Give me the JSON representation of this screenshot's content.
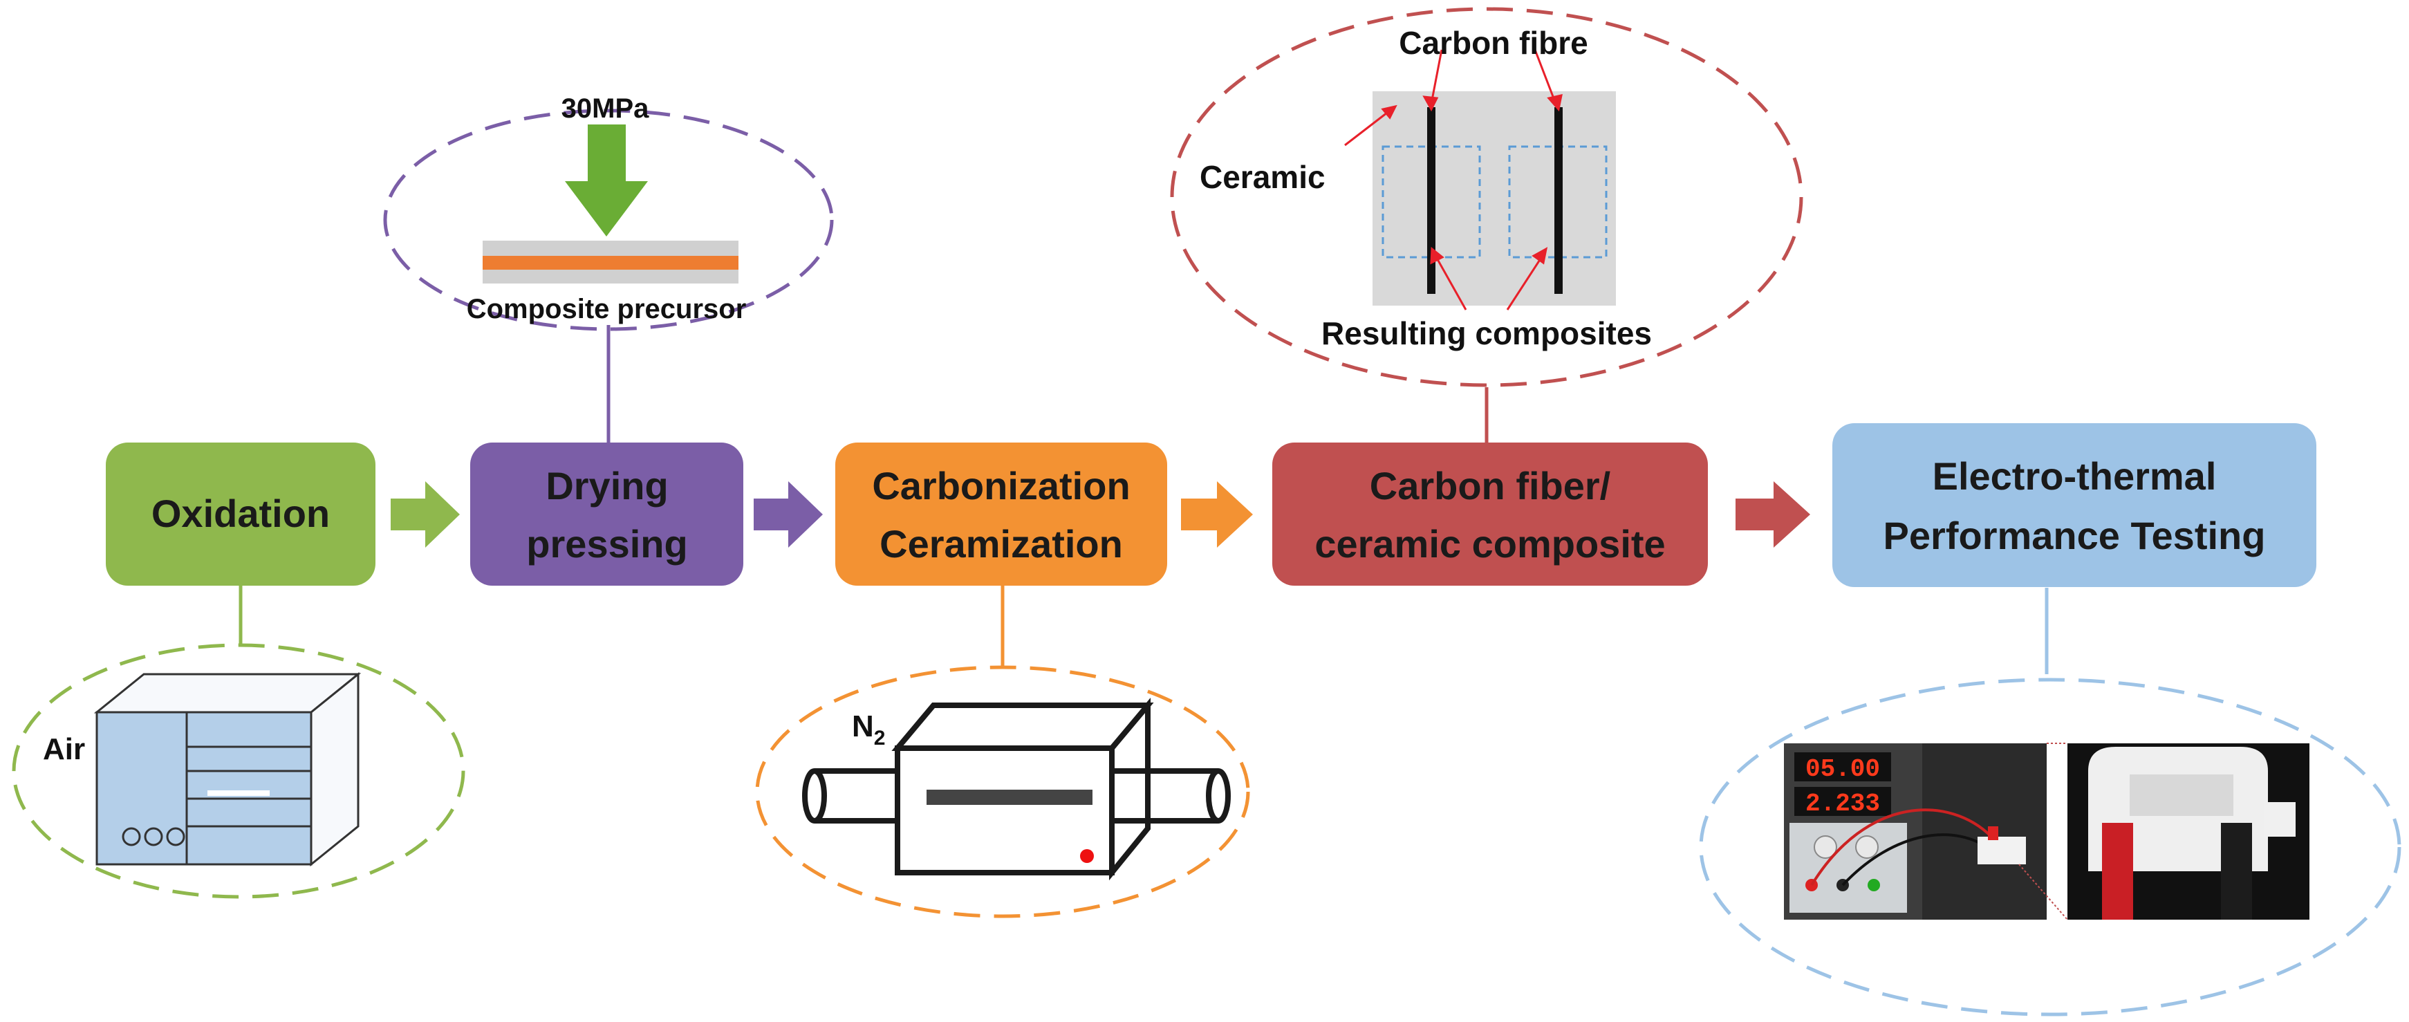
{
  "steps": {
    "oxidation": {
      "label": "Oxidation",
      "color": "#8fb84d"
    },
    "drying": {
      "line1": "Drying",
      "line2": "pressing",
      "color": "#7b5ea7"
    },
    "carbonization": {
      "line1": "Carbonization",
      "line2": "Ceramization",
      "color": "#f39233"
    },
    "composite": {
      "line1": "Carbon fiber/",
      "line2": "ceramic composite",
      "color": "#c05050"
    },
    "testing": {
      "line1": "Electro-thermal",
      "line2": "Performance Testing",
      "color": "#9dc3e6"
    }
  },
  "details": {
    "pressing": {
      "pressure": "30MPa",
      "caption": "Composite  precursor"
    },
    "oxidation": {
      "gas": "Air"
    },
    "carbonization": {
      "gas": "N",
      "gas_subscript": "2"
    },
    "composite": {
      "top_label": "Carbon fibre",
      "left_label": "Ceramic",
      "bottom_label": "Resulting composites"
    },
    "testing": {
      "display_top": "05.00",
      "display_bottom": "2.233"
    }
  }
}
